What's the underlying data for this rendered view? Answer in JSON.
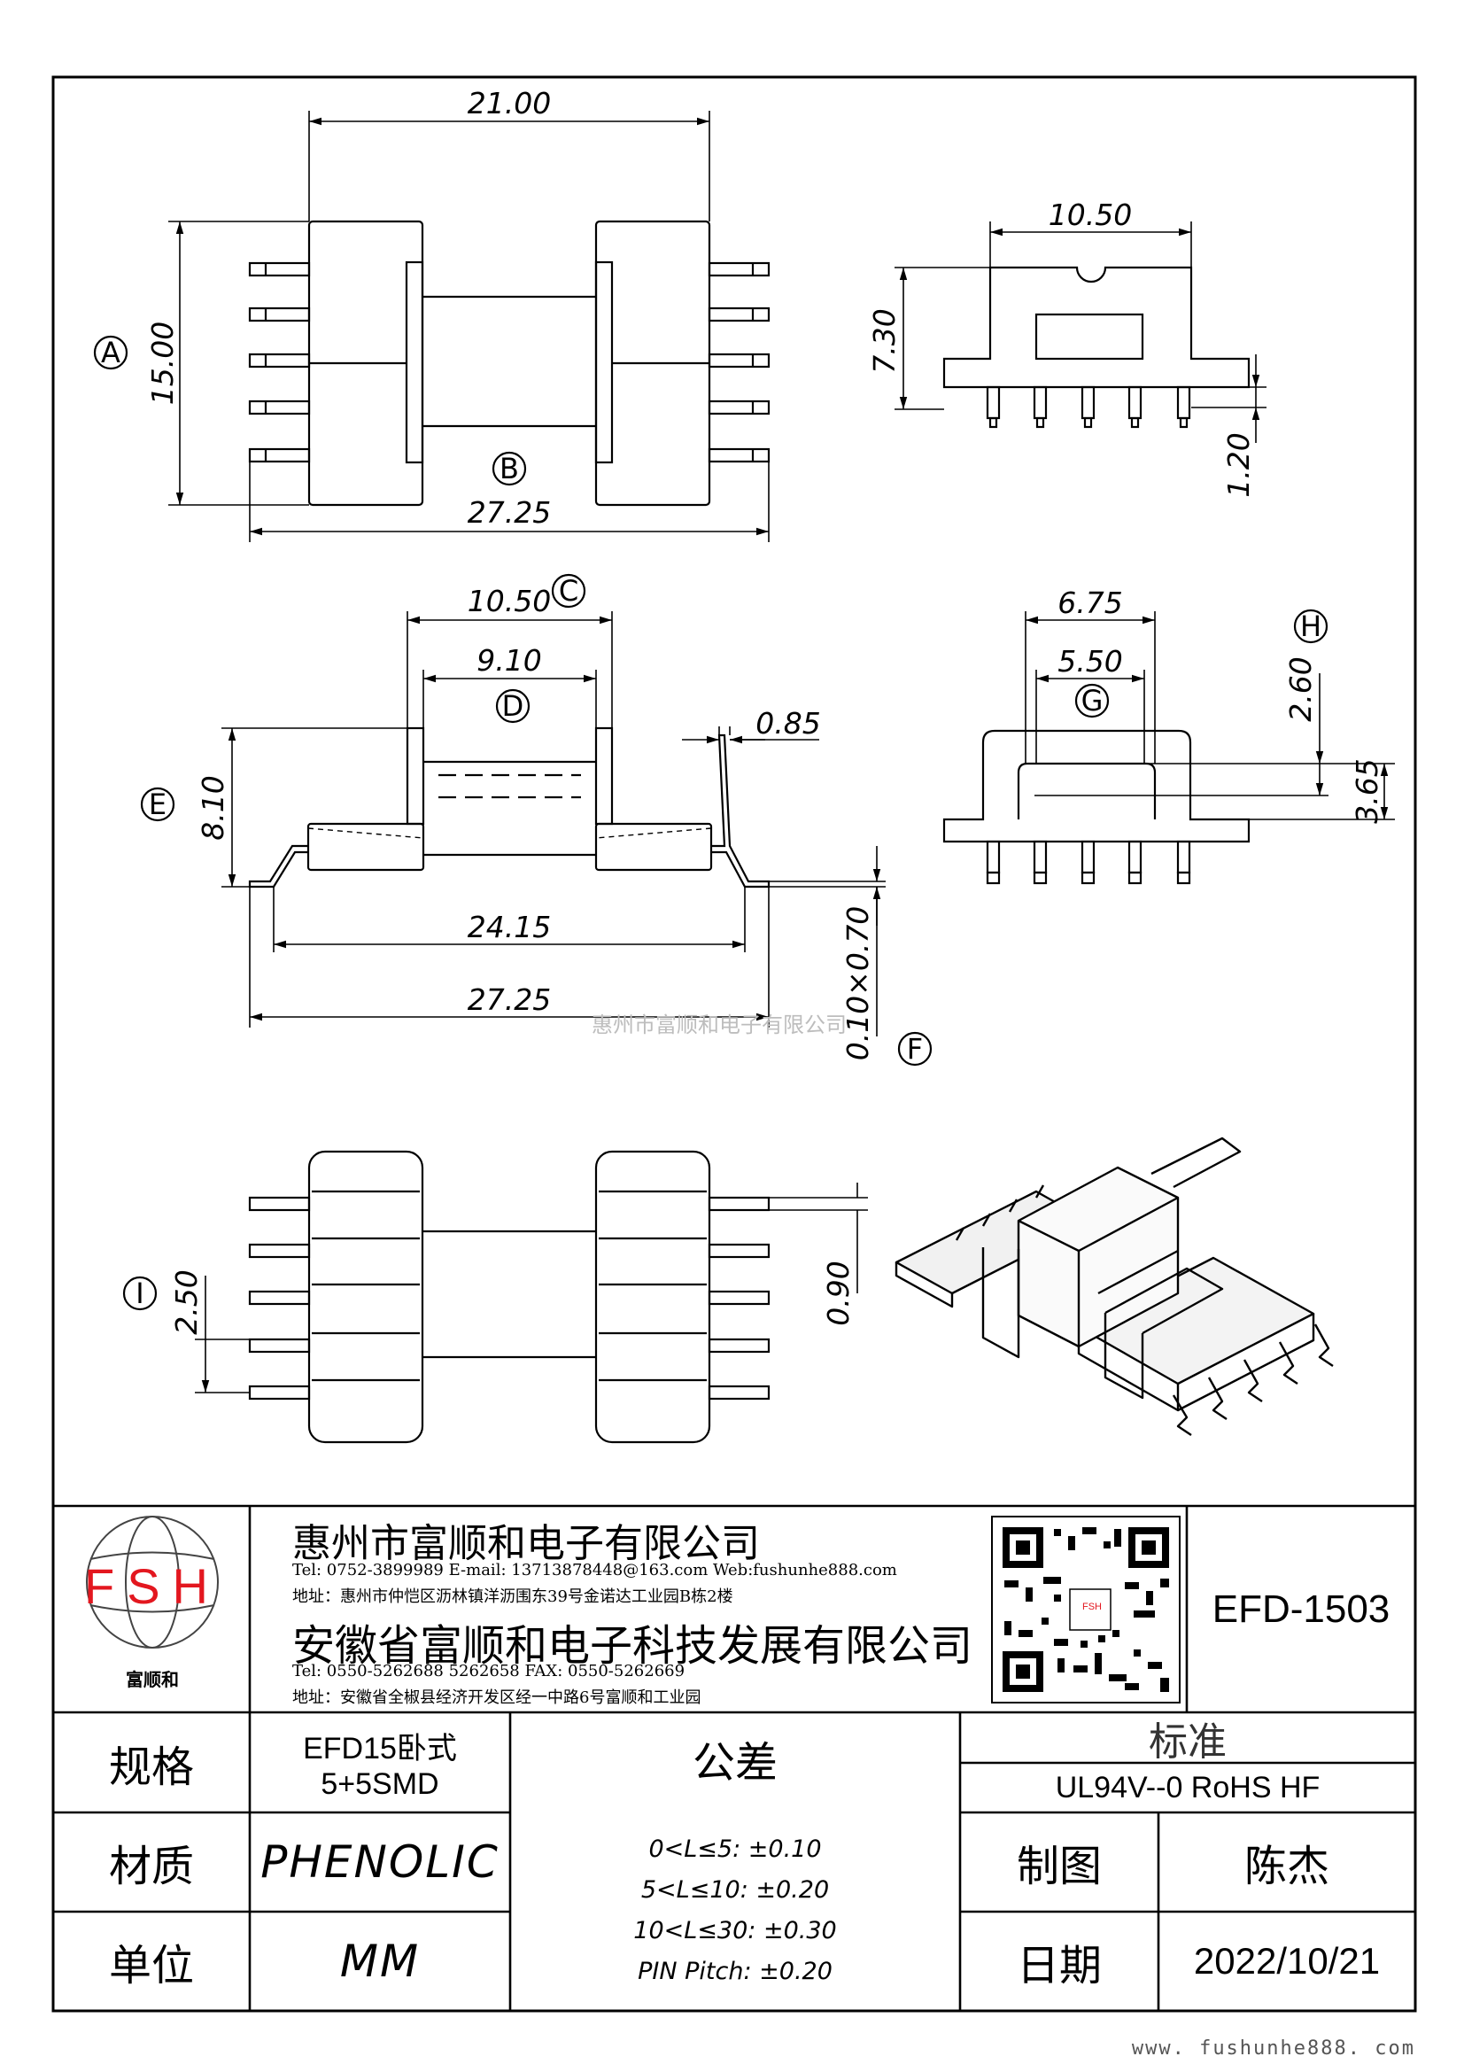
{
  "views": {
    "top": {
      "dim_width": "21.00",
      "dim_height": "15.00",
      "dim_overall": "27.25",
      "label_a": "A",
      "label_b": "B"
    },
    "side": {
      "dim_width": "10.50",
      "dim_height": "7.30",
      "dim_pin": "1.20"
    },
    "front": {
      "dim_c": "10.50",
      "label_c": "C",
      "dim_d": "9.10",
      "label_d": "D",
      "dim_thick": "0.85",
      "dim_e": "8.10",
      "label_e": "E",
      "dim_inner": "24.15",
      "dim_overall": "27.25",
      "dim_pin": "0.10×0.70",
      "label_f": "F"
    },
    "end": {
      "dim_outer": "6.75",
      "dim_inner": "5.50",
      "label_g": "G",
      "label_h": "H",
      "dim_h1": "2.60",
      "dim_h2": "3.65"
    },
    "bottom": {
      "dim_pitch": "2.50",
      "label_i": "I",
      "dim_pin": "0.90"
    }
  },
  "watermark": "惠州市富顺和电子有限公司",
  "title_block": {
    "logo_text": "FSH",
    "logo_caption": "富顺和",
    "company1": "惠州市富顺和电子有限公司",
    "company1_contact": "Tel:   0752-3899989   E-mail: 13713878448@163.com   Web:fushunhe888.com",
    "company1_addr": "地址：惠州市仲恺区沥林镇洋沥围东39号金诺达工业园B栋2楼",
    "company2": "安徽省富顺和电子科技发展有限公司",
    "company2_contact": "Tel:   0550-5262688   5262658        FAX:  0550-5262669",
    "company2_addr": "地址：安徽省全椒县经济开发区经一中路6号富顺和工业园",
    "qr_caption": "FSH",
    "part_number": "EFD-1503",
    "spec_label": "规格",
    "spec_value_1": "EFD15卧式",
    "spec_value_2": "5+5SMD",
    "material_label": "材质",
    "material_value": "PHENOLIC",
    "unit_label": "单位",
    "unit_value": "MM",
    "tolerance_label": "公差",
    "tolerances": [
      "0<L≤5: ±0.10",
      "5<L≤10: ±0.20",
      "10<L≤30: ±0.30",
      "PIN Pitch: ±0.20"
    ],
    "standard_label": "标准",
    "standard_value": "UL94V--0  RoHS HF",
    "drawn_label": "制图",
    "drawn_value": "陈杰",
    "date_label": "日期",
    "date_value": "2022/10/21"
  },
  "footer_url": "www. fushunhe888. com"
}
